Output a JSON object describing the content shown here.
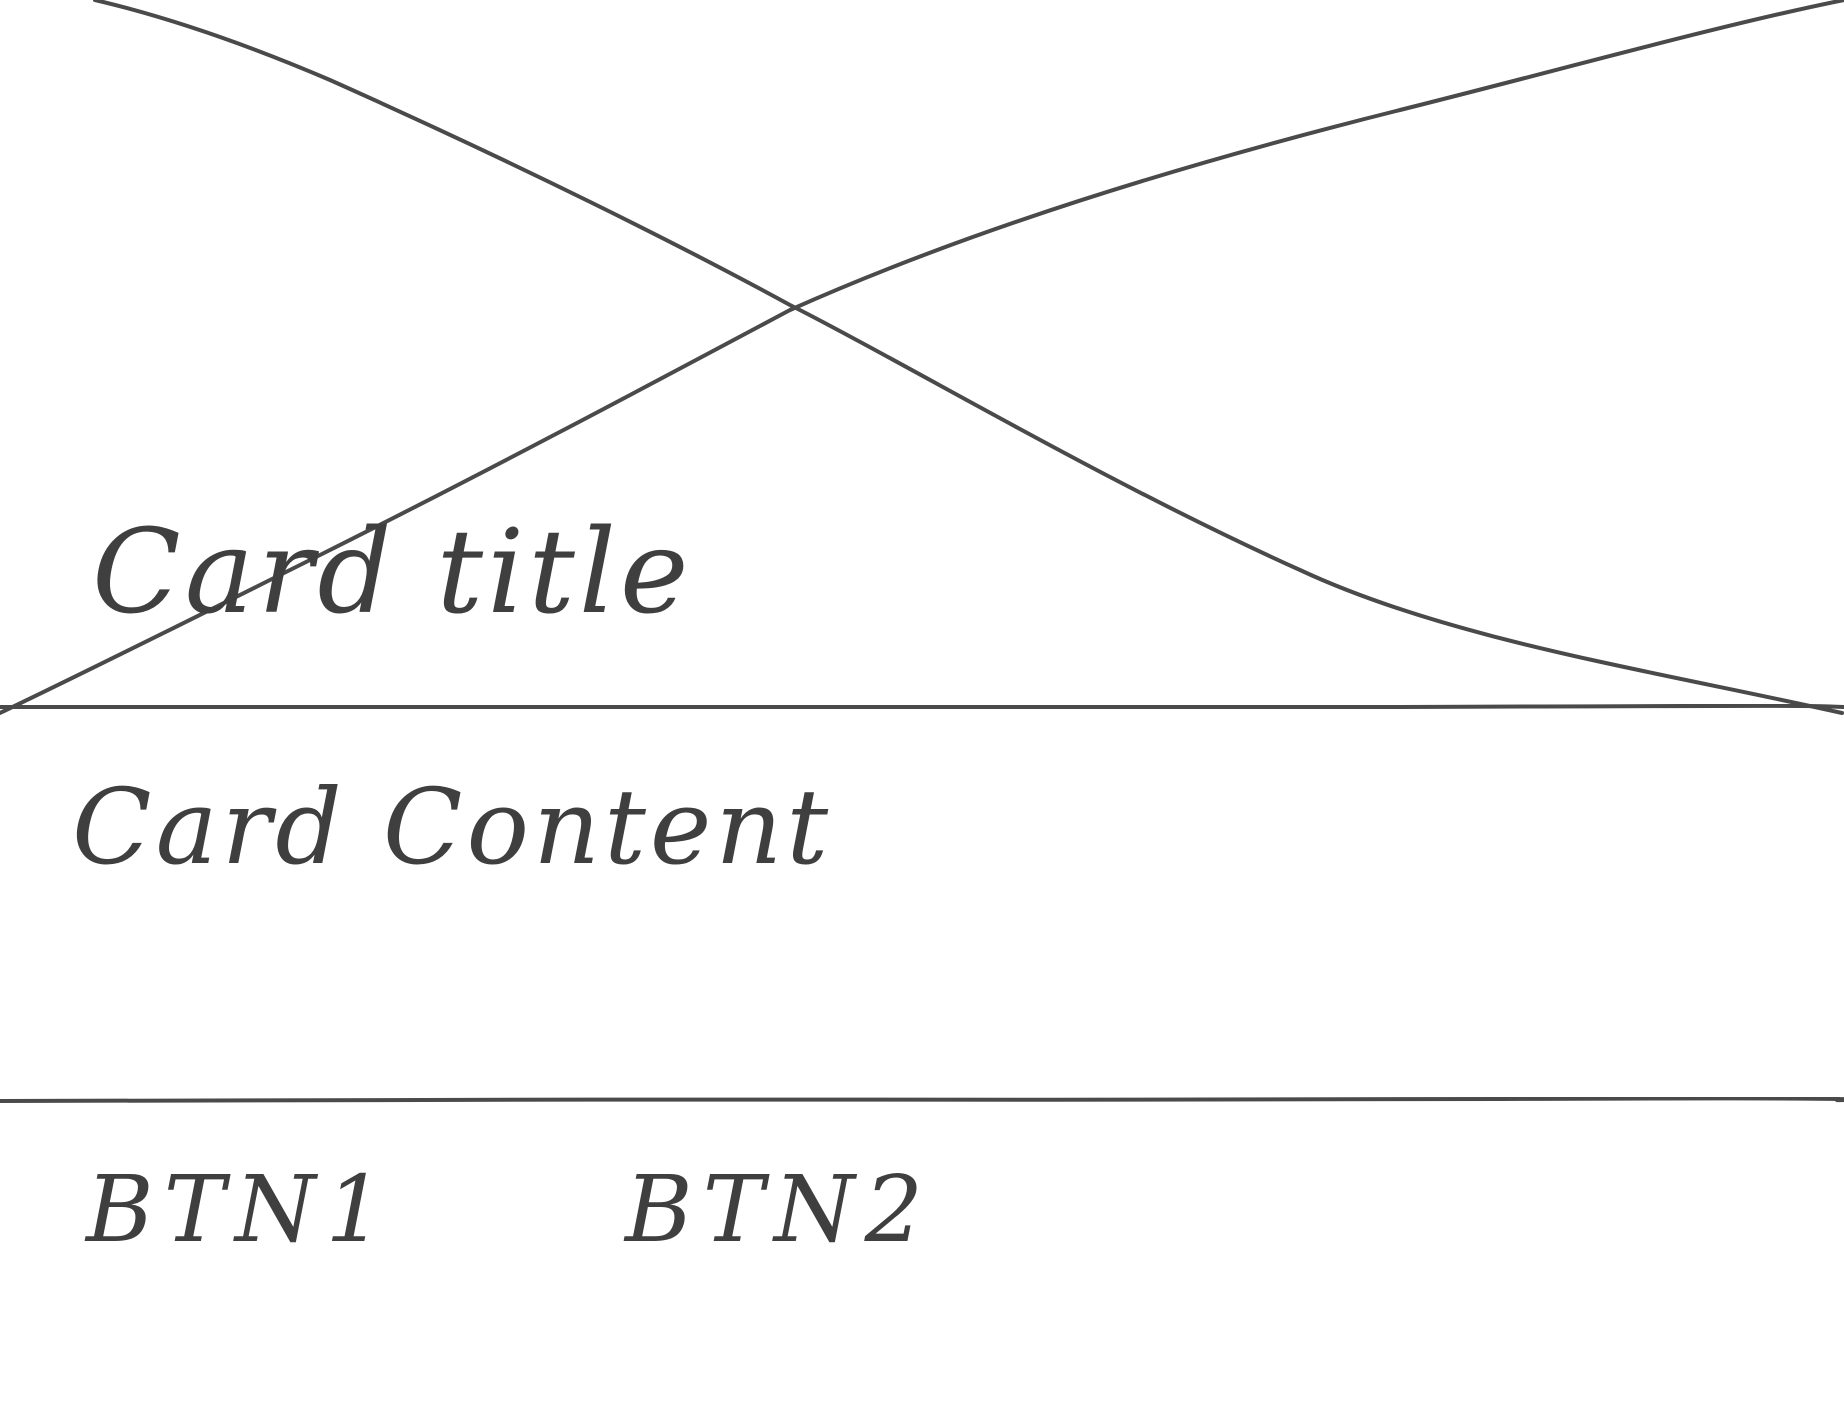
{
  "card": {
    "title": "Card title",
    "content": "Card Content",
    "actions": [
      {
        "label": "BTN1"
      },
      {
        "label": "BTN2"
      }
    ]
  },
  "colors": {
    "ink": "#3f3f3f",
    "paper": "#ffffff"
  }
}
